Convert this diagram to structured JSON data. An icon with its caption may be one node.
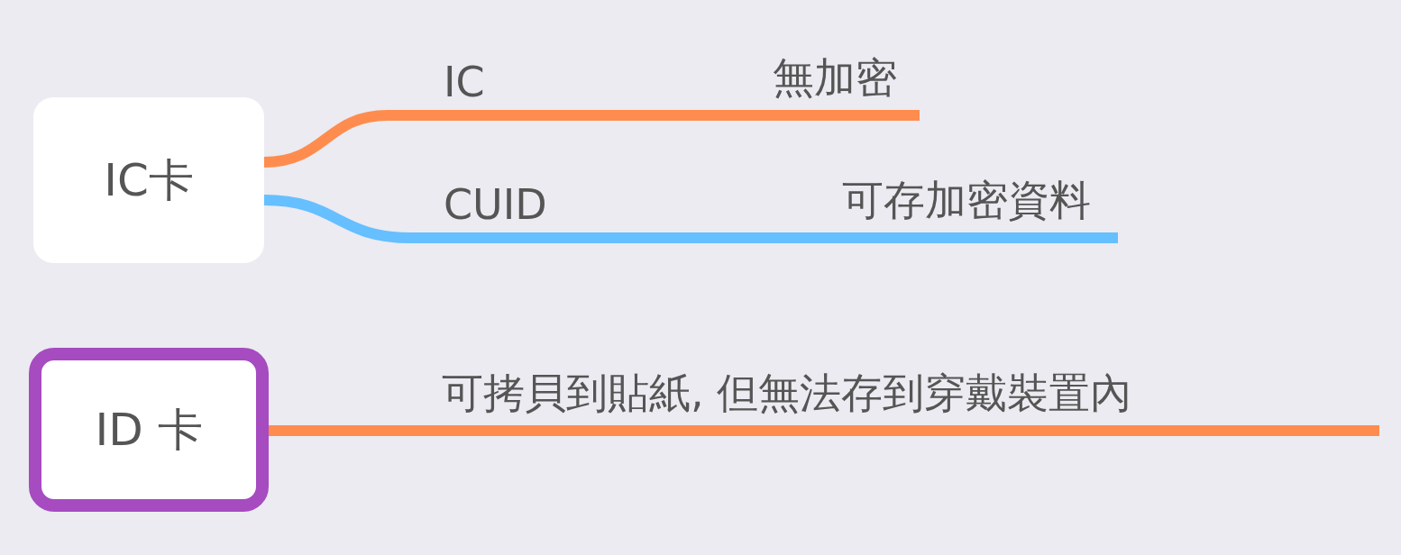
{
  "diagram": {
    "nodes": [
      {
        "text": [
          "IC卡"
        ]
      },
      {
        "text": [
          "IC"
        ]
      },
      {
        "text": [
          "無加密"
        ]
      },
      {
        "text": [
          "CUID"
        ]
      },
      {
        "text": [
          "可存加密資料"
        ]
      },
      {
        "text": [
          "ID 卡"
        ]
      },
      {
        "text": [
          "可拷貝到貼紙, 但無法存到穿戴裝置內"
        ]
      }
    ],
    "edges": [
      {
        "from": 0,
        "to": 1,
        "arrow": "none"
      },
      {
        "from": 1,
        "to": 2,
        "arrow": "none"
      },
      {
        "from": 0,
        "to": 3,
        "arrow": "none",
        "color": "#66bfff"
      },
      {
        "from": 3,
        "to": 4,
        "arrow": "none",
        "color": "#66bfff"
      },
      {
        "from": 5,
        "to": 6,
        "arrow": "none"
      }
    ]
  }
}
